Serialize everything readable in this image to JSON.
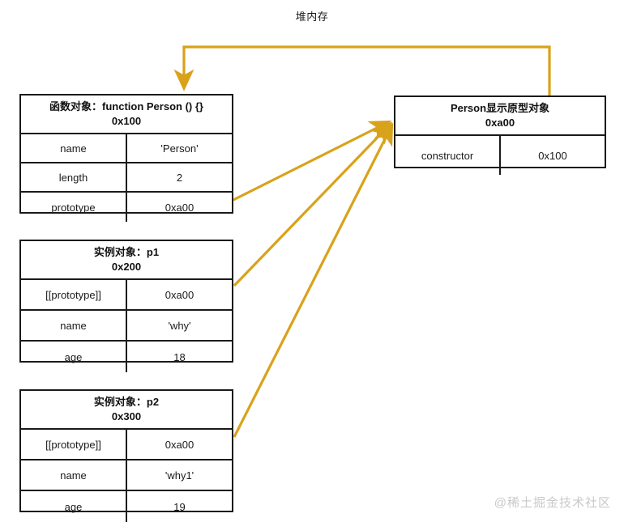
{
  "diagram": {
    "title": "堆内存",
    "watermark": "@稀土掘金技术社区",
    "accent_color": "#D9A21B",
    "line_color": "#1a1a1a",
    "background": "#ffffff"
  },
  "boxes": {
    "function_object": {
      "header": "函数对象：function Person () {}\n0x100",
      "header_label": "函数对象：function Person () {}",
      "address": "0x100",
      "rows": [
        {
          "key": "name",
          "value": "'Person'"
        },
        {
          "key": "length",
          "value": "2"
        },
        {
          "key": "prototype",
          "value": "0xa00"
        }
      ]
    },
    "p1_object": {
      "header": "实例对象：p1\n0x200",
      "header_label": "实例对象：p1",
      "address": "0x200",
      "rows": [
        {
          "key": "[[prototype]]",
          "value": "0xa00"
        },
        {
          "key": "name",
          "value": "'why'"
        },
        {
          "key": "age",
          "value": "18"
        }
      ]
    },
    "p2_object": {
      "header": "实例对象：p2\n0x300",
      "header_label": "实例对象：p2",
      "address": "0x300",
      "rows": [
        {
          "key": "[[prototype]]",
          "value": "0xa00"
        },
        {
          "key": "name",
          "value": "'why1'"
        },
        {
          "key": "age",
          "value": "19"
        }
      ]
    },
    "prototype_object": {
      "header": "Person显示原型对象\n0xa00",
      "header_label": "Person显示原型对象",
      "address": "0xa00",
      "rows": [
        {
          "key": "constructor",
          "value": "0x100"
        }
      ]
    }
  },
  "arrows": [
    {
      "name": "constructor-to-function-object",
      "from": "prototype_object.constructor",
      "to": "function_object"
    },
    {
      "name": "fn-prototype-to-prototype-object",
      "from": "function_object.prototype",
      "to": "prototype_object"
    },
    {
      "name": "p1-prototype-to-prototype-object",
      "from": "p1_object.[[prototype]]",
      "to": "prototype_object"
    },
    {
      "name": "p2-prototype-to-prototype-object",
      "from": "p2_object.[[prototype]]",
      "to": "prototype_object"
    }
  ]
}
